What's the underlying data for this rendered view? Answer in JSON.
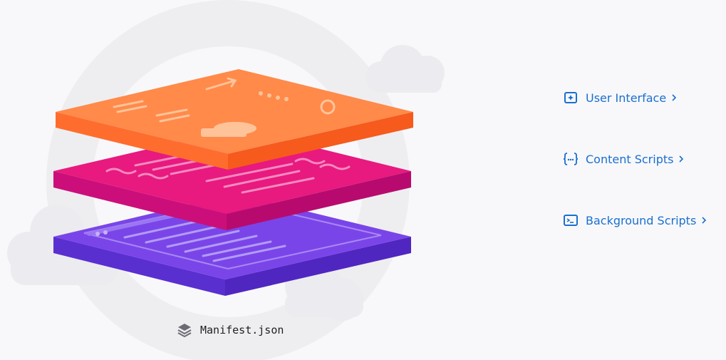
{
  "links": [
    {
      "label": "User Interface",
      "icon": "ui-sparkle-window-icon"
    },
    {
      "label": "Content Scripts",
      "icon": "curly-braces-icon"
    },
    {
      "label": "Background Scripts",
      "icon": "terminal-window-icon"
    }
  ],
  "manifest": {
    "label": "Manifest.json",
    "icon": "layers-icon"
  },
  "colors": {
    "link": "#1a6fd0",
    "layer_top": "#ff8a4a",
    "layer_middle": "#e8197f",
    "layer_bottom": "#7a45e8",
    "background": "#f8f8fa"
  }
}
